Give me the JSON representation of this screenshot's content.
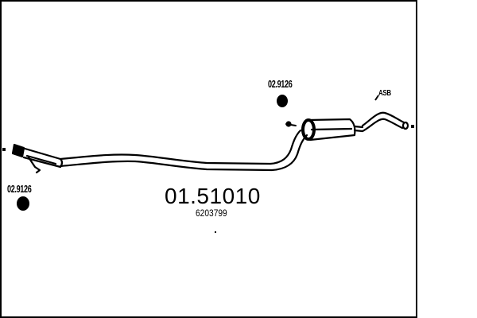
{
  "diagram": {
    "type": "exhaust-system-parts-diagram",
    "part_number": "01.51010",
    "oem_number": "6203799",
    "footnote_mark": ".",
    "labels": [
      {
        "id": "hanger-top",
        "text": "02.9126"
      },
      {
        "id": "hanger-left",
        "text": "02.9126"
      },
      {
        "id": "clamp-right",
        "text": "ASB"
      }
    ],
    "components": [
      "front-pipe-flange",
      "connecting-pipe",
      "rear-silencer",
      "tail-pipe",
      "rubber-hanger-top",
      "rubber-hanger-left"
    ],
    "colors": {
      "line": "#000000",
      "background": "#ffffff"
    }
  }
}
